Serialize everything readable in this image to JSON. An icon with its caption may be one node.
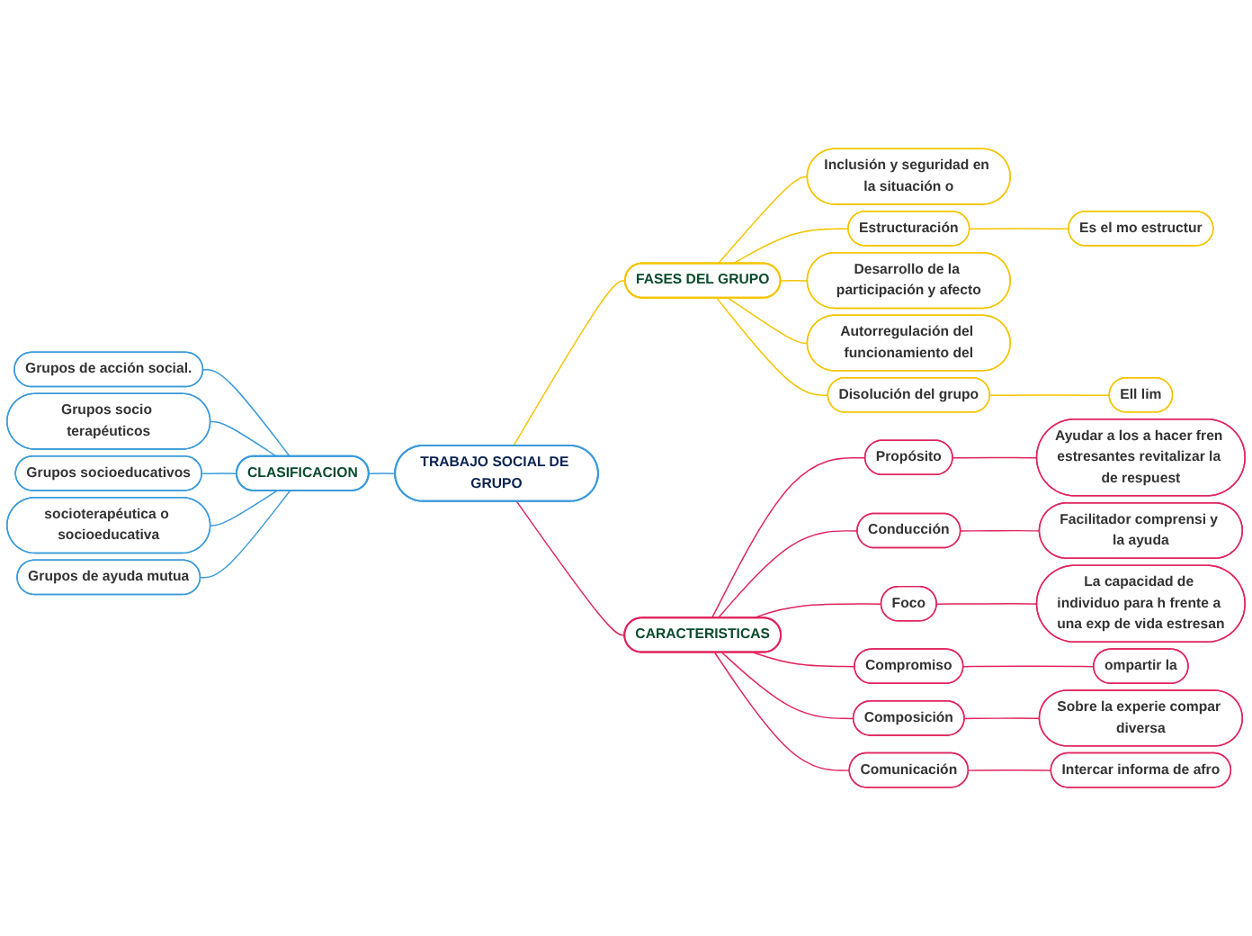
{
  "diagram": {
    "nodes": [
      {
        "text": [
          "TRABAJO SOCIAL DE GRUPO"
        ]
      },
      {
        "text": [
          "FASES DEL GRUPO"
        ]
      },
      {
        "text": [
          "Inclusión y seguridad en la situación o"
        ]
      },
      {
        "text": [
          "Estructuración"
        ]
      },
      {
        "text": [
          "Es el mo estructur"
        ]
      },
      {
        "text": [
          "Desarrollo de la participación y afecto"
        ]
      },
      {
        "text": [
          "Autorregulación del funcionamiento del"
        ]
      },
      {
        "text": [
          "Disolución del grupo"
        ]
      },
      {
        "text": [
          "Ell lim"
        ]
      },
      {
        "text": [
          "CARACTERISTICAS"
        ]
      },
      {
        "text": [
          "Propósito"
        ]
      },
      {
        "text": [
          "Ayudar a los a hacer fren estresantes revitalizar la de respuest"
        ]
      },
      {
        "text": [
          "Conducción"
        ]
      },
      {
        "text": [
          "Facilitador comprensi y la ayuda"
        ]
      },
      {
        "text": [
          "Foco"
        ]
      },
      {
        "text": [
          "La capacidad de individuo para h frente a una exp de vida estresan"
        ]
      },
      {
        "text": [
          "Compromiso"
        ]
      },
      {
        "text": [
          "ompartir la"
        ]
      },
      {
        "text": [
          "Composición"
        ]
      },
      {
        "text": [
          "Sobre la experie compar diversa"
        ]
      },
      {
        "text": [
          "Comunicación"
        ]
      },
      {
        "text": [
          "Intercar informa de afro"
        ]
      },
      {
        "text": [
          "CLASIFICACION"
        ]
      },
      {
        "text": [
          "Grupos de acción social."
        ]
      },
      {
        "text": [
          "Grupos socio terapéuticos"
        ]
      },
      {
        "text": [
          "Grupos socioeducativos"
        ]
      },
      {
        "text": [
          "socioterapéutica o socioeducativa"
        ]
      },
      {
        "text": [
          "Grupos de ayuda mutua"
        ]
      }
    ],
    "edges": [
      {
        "from": 0,
        "to": 1,
        "arrow": "none",
        "color": "#f5c400"
      },
      {
        "from": 1,
        "to": 2,
        "arrow": "none",
        "color": "#f5c400"
      },
      {
        "from": 1,
        "to": 3,
        "arrow": "none",
        "color": "#f5c400"
      },
      {
        "from": 3,
        "to": 4,
        "arrow": "none",
        "color": "#f5c400"
      },
      {
        "from": 1,
        "to": 5,
        "arrow": "none",
        "color": "#f5c400"
      },
      {
        "from": 1,
        "to": 6,
        "arrow": "none",
        "color": "#f5c400"
      },
      {
        "from": 1,
        "to": 7,
        "arrow": "none",
        "color": "#f5c400"
      },
      {
        "from": 7,
        "to": 8,
        "arrow": "none",
        "color": "#f5c400"
      },
      {
        "from": 0,
        "to": 9,
        "arrow": "none"
      },
      {
        "from": 9,
        "to": 10,
        "arrow": "none"
      },
      {
        "from": 10,
        "to": 11,
        "arrow": "none"
      },
      {
        "from": 9,
        "to": 12,
        "arrow": "none"
      },
      {
        "from": 12,
        "to": 13,
        "arrow": "none"
      },
      {
        "from": 9,
        "to": 14,
        "arrow": "none"
      },
      {
        "from": 14,
        "to": 15,
        "arrow": "none"
      },
      {
        "from": 9,
        "to": 16,
        "arrow": "none"
      },
      {
        "from": 16,
        "to": 17,
        "arrow": "none"
      },
      {
        "from": 9,
        "to": 18,
        "arrow": "none"
      },
      {
        "from": 18,
        "to": 19,
        "arrow": "none"
      },
      {
        "from": 9,
        "to": 20,
        "arrow": "none"
      },
      {
        "from": 20,
        "to": 21,
        "arrow": "none"
      },
      {
        "from": 0,
        "to": 22,
        "arrow": "none",
        "color": "#3a9ad9"
      },
      {
        "from": 22,
        "to": 23,
        "arrow": "none",
        "color": "#3a9ad9"
      },
      {
        "from": 22,
        "to": 24,
        "arrow": "none",
        "color": "#3a9ad9"
      },
      {
        "from": 22,
        "to": 25,
        "arrow": "none",
        "color": "#3a9ad9"
      },
      {
        "from": 22,
        "to": 26,
        "arrow": "none",
        "color": "#3a9ad9"
      },
      {
        "from": 22,
        "to": 27,
        "arrow": "none",
        "color": "#3a9ad9"
      }
    ]
  }
}
